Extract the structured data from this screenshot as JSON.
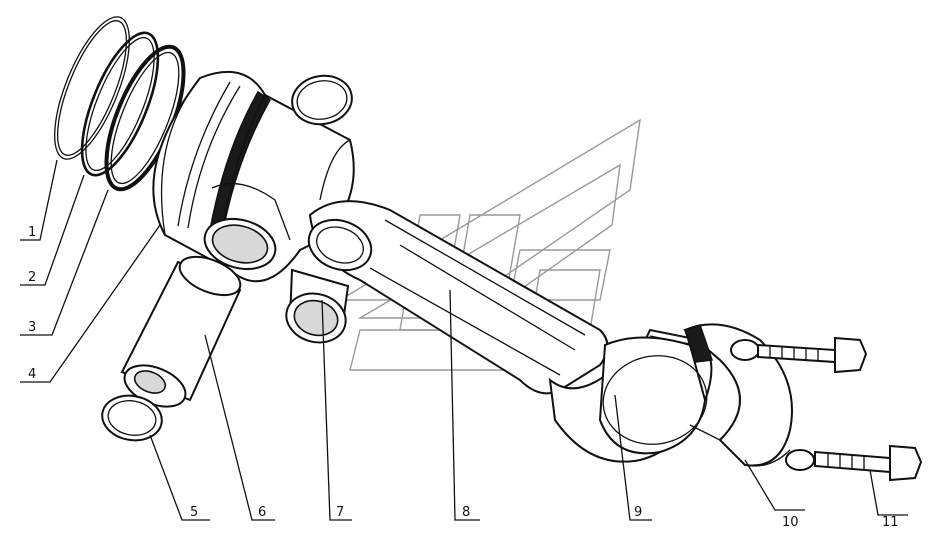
{
  "diagram": {
    "callouts": [
      {
        "id": "part-1",
        "label": "1"
      },
      {
        "id": "part-2",
        "label": "2"
      },
      {
        "id": "part-3",
        "label": "3"
      },
      {
        "id": "part-4",
        "label": "4"
      },
      {
        "id": "part-5",
        "label": "5"
      },
      {
        "id": "part-6",
        "label": "6"
      },
      {
        "id": "part-7",
        "label": "7"
      },
      {
        "id": "part-8",
        "label": "8"
      },
      {
        "id": "part-9",
        "label": "9"
      },
      {
        "id": "part-10",
        "label": "10"
      },
      {
        "id": "part-11",
        "label": "11"
      }
    ],
    "colors": {
      "ink": "#111111",
      "paper": "#ffffff",
      "watermark": "#9a9a9a"
    }
  }
}
